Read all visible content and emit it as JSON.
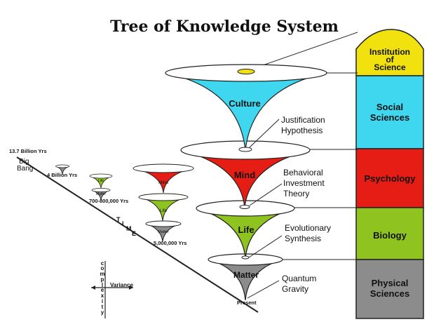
{
  "title": "Tree of Knowledge System",
  "column": {
    "institution": [
      "Institution",
      "of",
      "Science"
    ],
    "social_sciences": [
      "Social",
      "Sciences"
    ],
    "psychology": "Psychology",
    "biology": "Biology",
    "physical_sciences": [
      "Physical",
      "Sciences"
    ]
  },
  "cones": {
    "culture": "Culture",
    "mind": "Mind",
    "life": "Life",
    "matter": "Matter"
  },
  "joints": {
    "justification": [
      "Justification",
      "Hypothesis"
    ],
    "behavioral": [
      "Behavioral",
      "Investment",
      "Theory"
    ],
    "evolutionary": [
      "Evolutionary",
      "Synthesis"
    ],
    "quantum": [
      "Quantum",
      "Gravity"
    ]
  },
  "timeline": {
    "big_bang_time": "13.7 Billion Yrs",
    "big_bang": [
      "Big",
      "Bang"
    ],
    "four_billion": "4 Billion Yrs",
    "seven_hundred_million": "700-800,000 Yrs",
    "five_million": "5,000,000 Yrs",
    "present": "Present",
    "time_letters": [
      "T",
      "I",
      "M",
      "E"
    ],
    "small_life": "Life",
    "small_matter_a": "Matter",
    "small_mind": "Mind",
    "small_life_b": "Life",
    "small_matter_b": "Matter"
  },
  "axes": {
    "complexity": [
      "c",
      "o",
      "m",
      "p",
      "l",
      "e",
      "x",
      "i",
      "t",
      "y"
    ],
    "variance": "Variance"
  },
  "colors": {
    "yellow": "#f0e10f",
    "cyan": "#3fd7f0",
    "red": "#e51d14",
    "green": "#8fc31f",
    "gray": "#8c8c8c"
  }
}
